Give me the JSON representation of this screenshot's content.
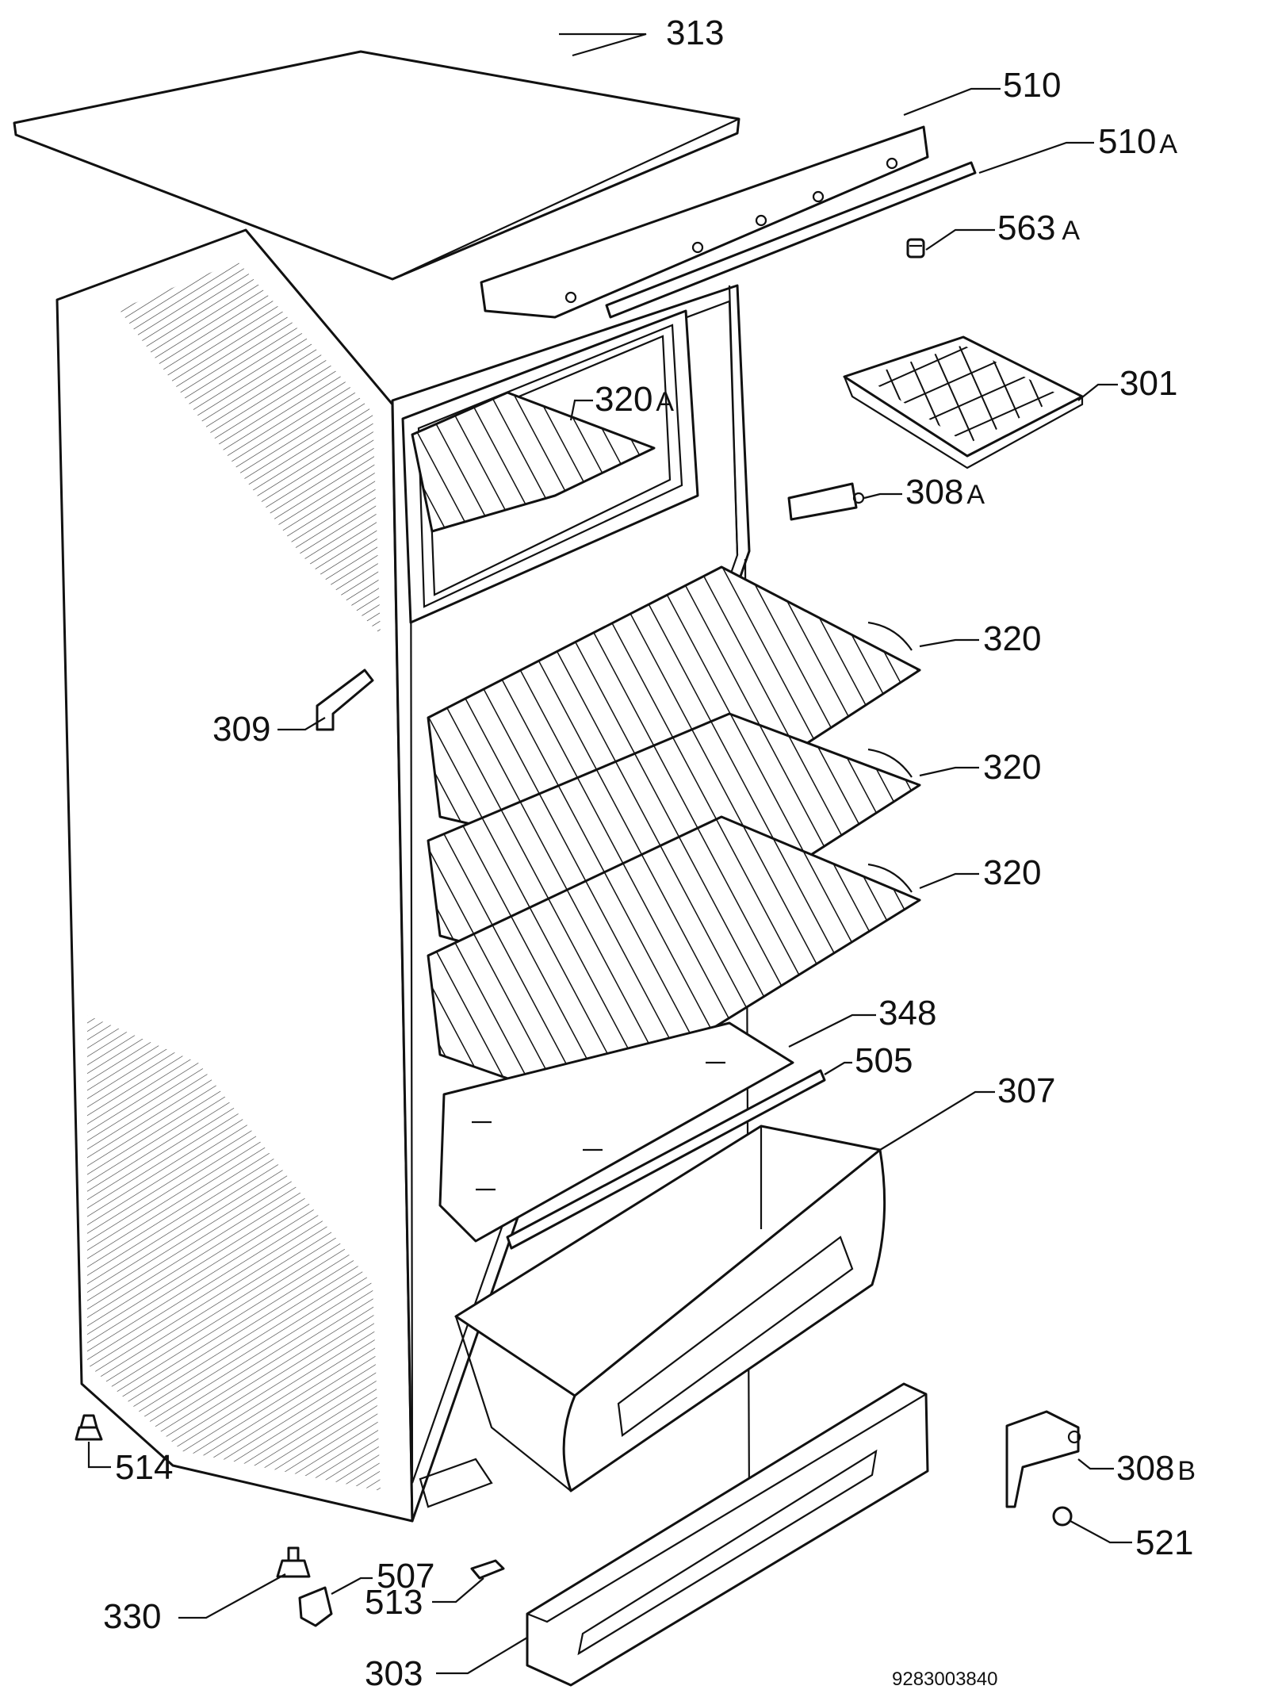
{
  "callouts": [
    {
      "id": "313",
      "num": "313",
      "suffix": ""
    },
    {
      "id": "510",
      "num": "510",
      "suffix": ""
    },
    {
      "id": "510a",
      "num": "510",
      "suffix": "A"
    },
    {
      "id": "563a",
      "num": "563",
      "suffix": "A"
    },
    {
      "id": "301",
      "num": "301",
      "suffix": ""
    },
    {
      "id": "320a",
      "num": "320",
      "suffix": "A"
    },
    {
      "id": "308a",
      "num": "308",
      "suffix": "A"
    },
    {
      "id": "320-top",
      "num": "320",
      "suffix": ""
    },
    {
      "id": "320-mid",
      "num": "320",
      "suffix": ""
    },
    {
      "id": "320-low",
      "num": "320",
      "suffix": ""
    },
    {
      "id": "309",
      "num": "309",
      "suffix": ""
    },
    {
      "id": "348",
      "num": "348",
      "suffix": ""
    },
    {
      "id": "505",
      "num": "505",
      "suffix": ""
    },
    {
      "id": "307",
      "num": "307",
      "suffix": ""
    },
    {
      "id": "514",
      "num": "514",
      "suffix": ""
    },
    {
      "id": "308b",
      "num": "308",
      "suffix": "B"
    },
    {
      "id": "521",
      "num": "521",
      "suffix": ""
    },
    {
      "id": "507",
      "num": "507",
      "suffix": ""
    },
    {
      "id": "330",
      "num": "330",
      "suffix": ""
    },
    {
      "id": "513",
      "num": "513",
      "suffix": ""
    },
    {
      "id": "303",
      "num": "303",
      "suffix": ""
    }
  ],
  "document_number": "9283003840"
}
